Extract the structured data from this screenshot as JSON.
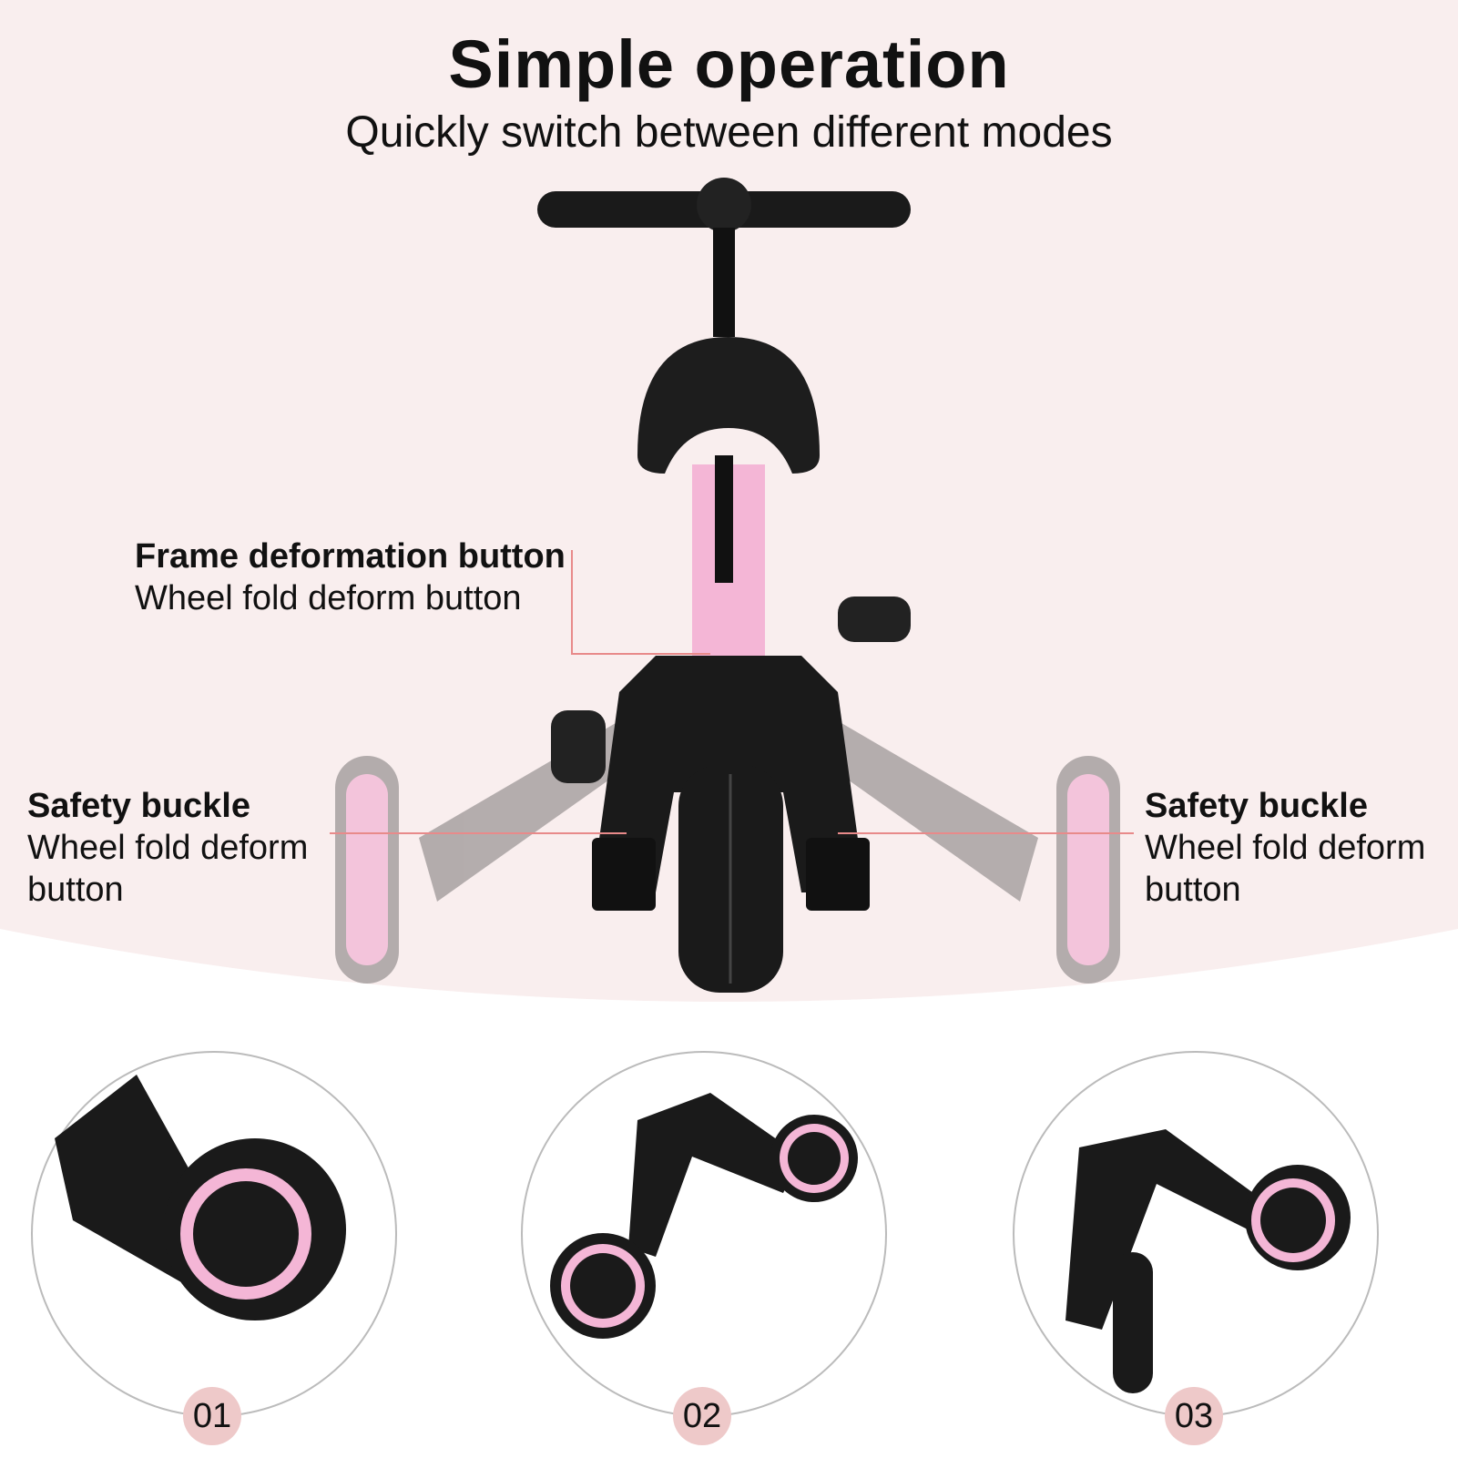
{
  "header": {
    "title": "Simple operation",
    "subtitle": "Quickly switch between different modes"
  },
  "callouts": {
    "frame": {
      "title": "Frame deformation button",
      "desc": "Wheel fold deform button"
    },
    "left": {
      "title": "Safety buckle",
      "desc": "Wheel fold deform button"
    },
    "right": {
      "title": "Safety buckle",
      "desc": "Wheel fold deform button"
    }
  },
  "steps": [
    {
      "label": "01"
    },
    {
      "label": "02"
    },
    {
      "label": "03"
    }
  ],
  "colors": {
    "background_pink": "#f9eeee",
    "accent_pink": "#f4b6d6",
    "badge": "#eec9c9",
    "leader_line": "#e88a8a",
    "frame": "#1a1a1a"
  }
}
